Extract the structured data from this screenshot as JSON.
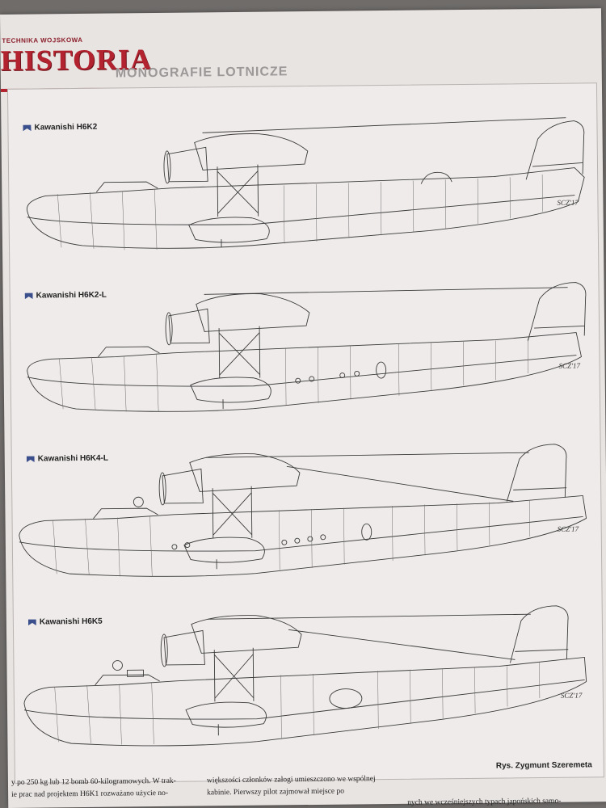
{
  "header": {
    "brand_top": "TECHNIKA WOJSKOWA",
    "brand_main": "HISTORIA",
    "series": "MONOGRAFIE LOTNICZE"
  },
  "aircraft": [
    {
      "label": "Kawanishi H6K2",
      "signature": "SCZ'17"
    },
    {
      "label": "Kawanishi H6K2-L",
      "signature": "SCZ'17"
    },
    {
      "label": "Kawanishi H6K4-L",
      "signature": "SCZ'17"
    },
    {
      "label": "Kawanishi H6K5",
      "signature": "SCZ'17"
    }
  ],
  "credit": "Rys. Zygmunt Szeremeta",
  "body_text": {
    "col1": [
      "y po 250 kg lub 12 bomb 60-kilogramowych. W trak-",
      "ie prac nad projektem H6K1 rozważano użycie no-"
    ],
    "col2": [
      "większości członków załogi umieszczono we wspólnej",
      "kabinie. Pierwszy pilot zajmował miejsce po"
    ],
    "col3": [
      "nych we wcześniejszych typach japońskich samo-"
    ]
  },
  "colors": {
    "brand": "#b3232f",
    "line": "#3a3a3a",
    "paper": "#efebea"
  }
}
